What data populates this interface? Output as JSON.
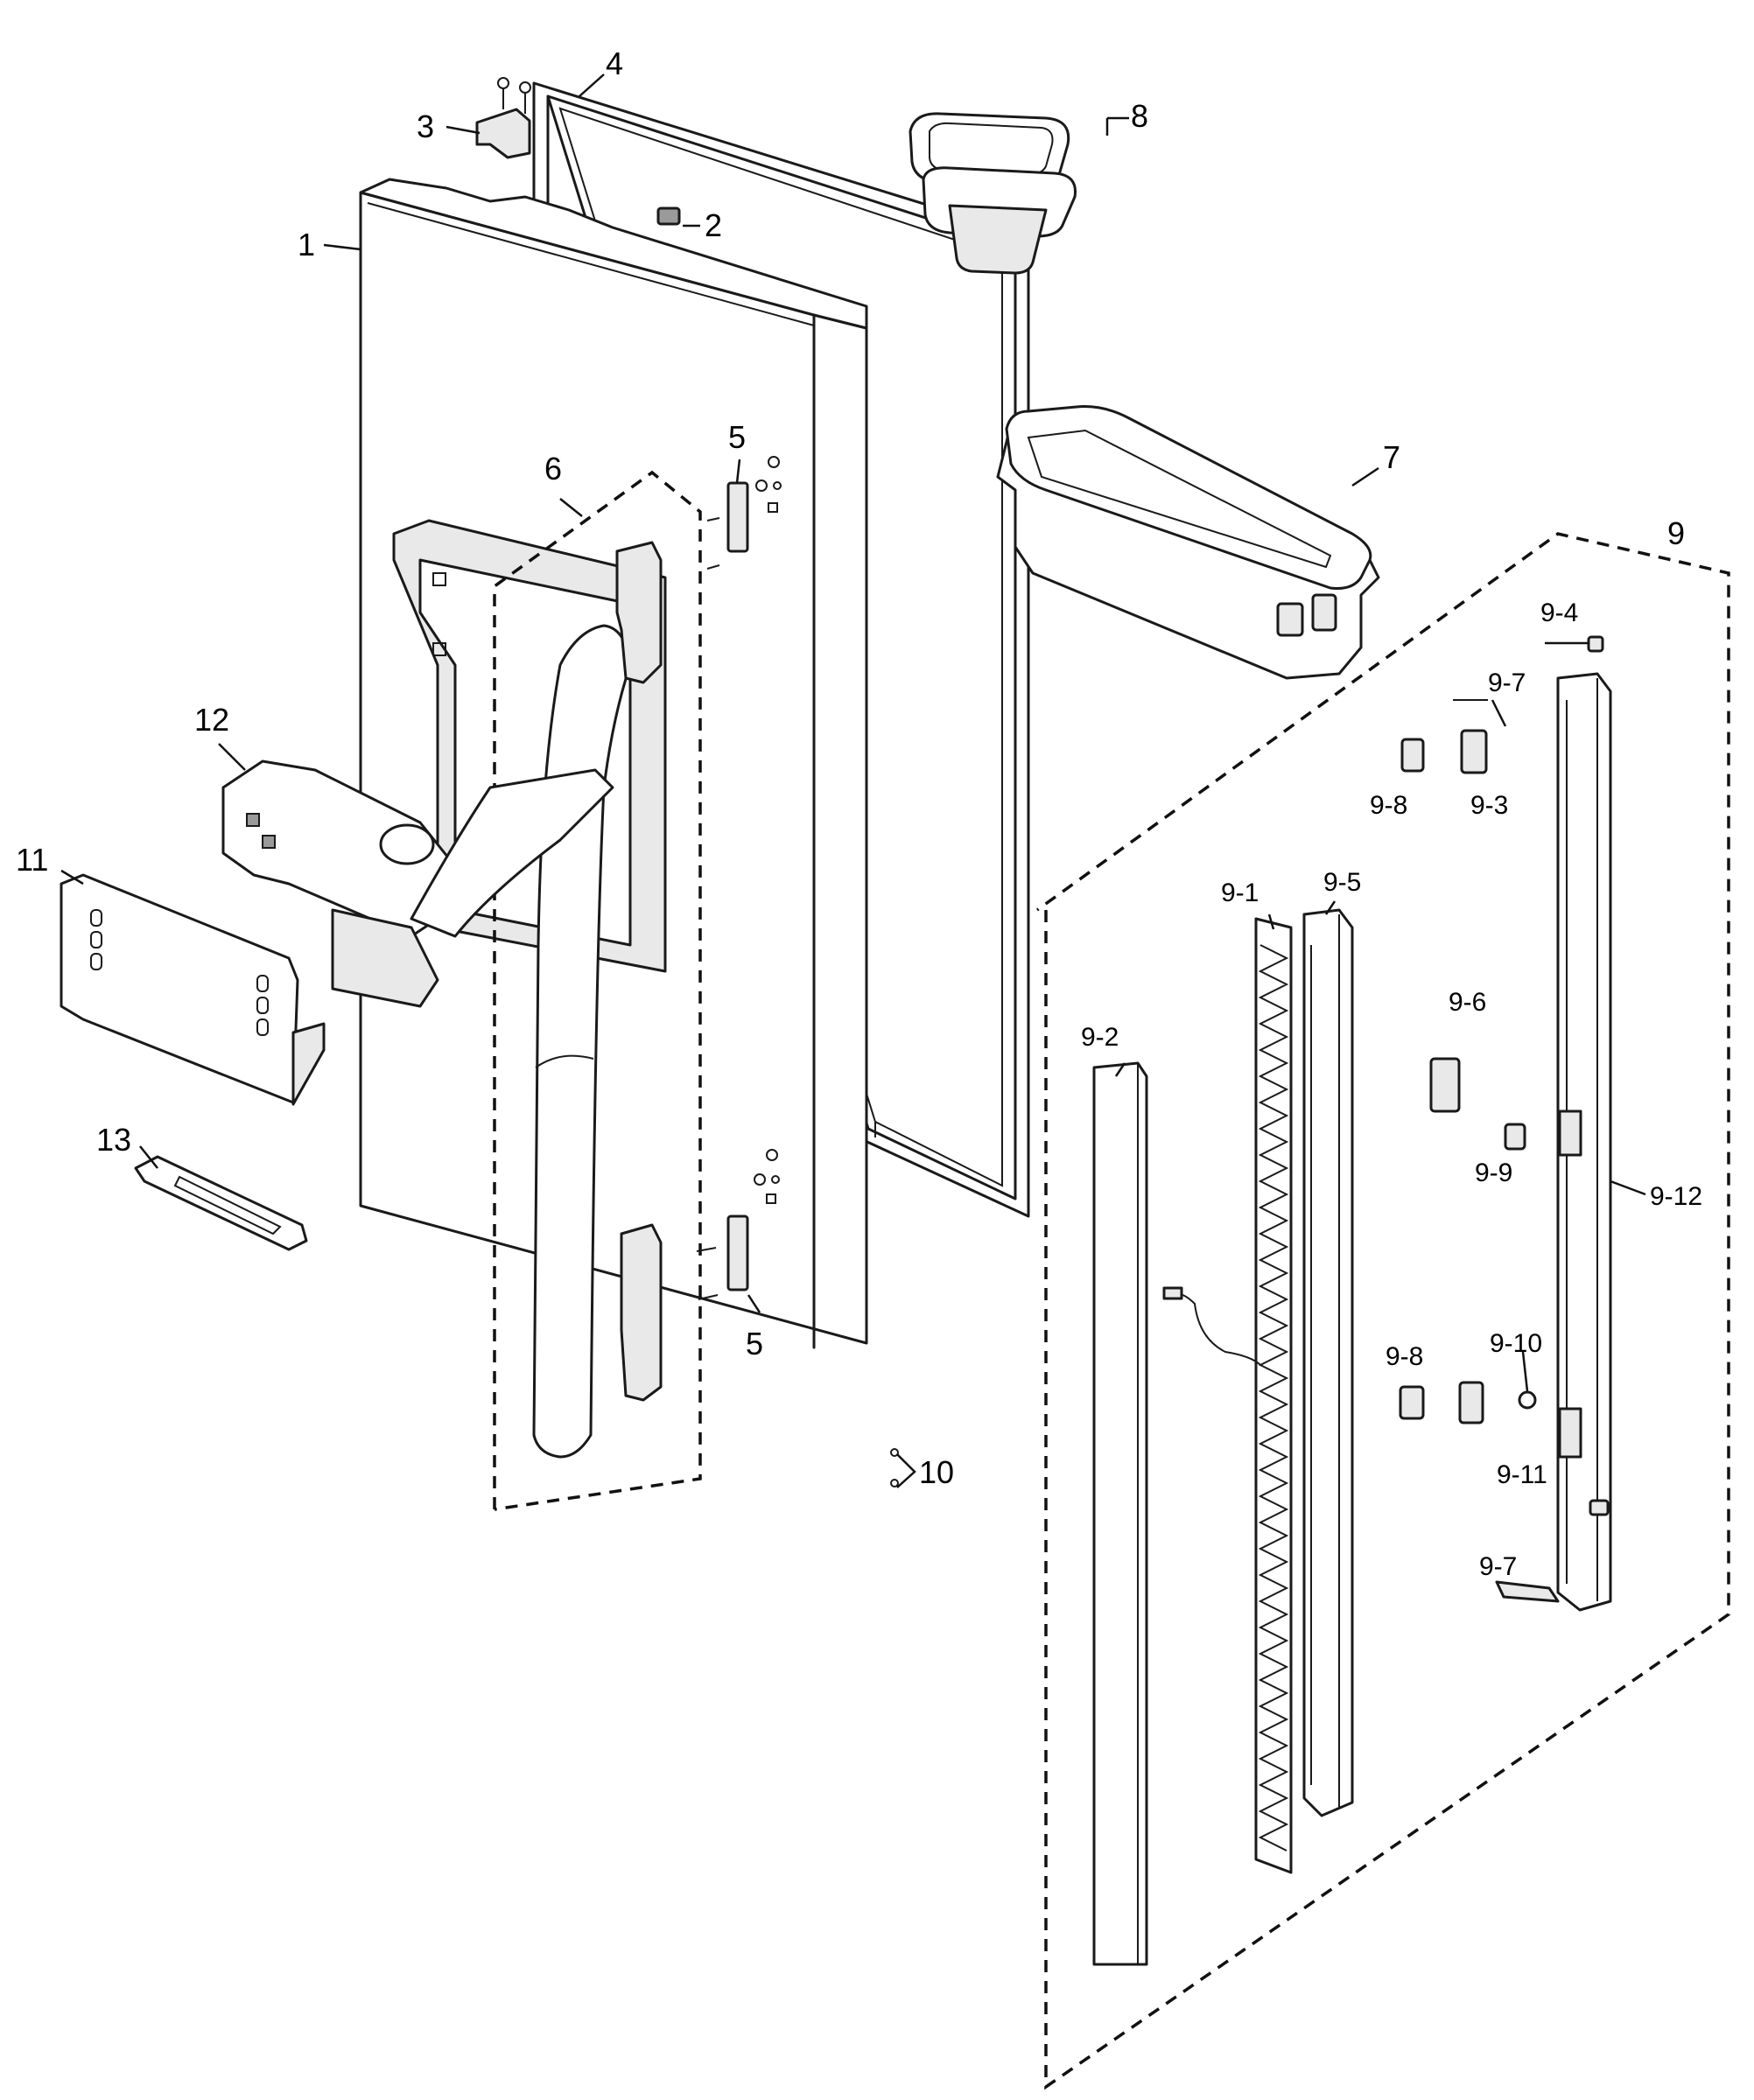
{
  "callouts": {
    "c1": "1",
    "c2": "2",
    "c3": "3",
    "c4": "4",
    "c5a": "5",
    "c5b": "5",
    "c6": "6",
    "c7": "7",
    "c8": "8",
    "c9": "9",
    "c10": "10",
    "c11": "11",
    "c12": "12",
    "c13": "13",
    "c9_1": "9-1",
    "c9_2": "9-2",
    "c9_3": "9-3",
    "c9_4": "9-4",
    "c9_5": "9-5",
    "c9_6": "9-6",
    "c9_7a": "9-7",
    "c9_7b": "9-7",
    "c9_8a": "9-8",
    "c9_8b": "9-8",
    "c9_9": "9-9",
    "c9_10": "9-10",
    "c9_11": "9-11",
    "c9_12": "9-12"
  }
}
